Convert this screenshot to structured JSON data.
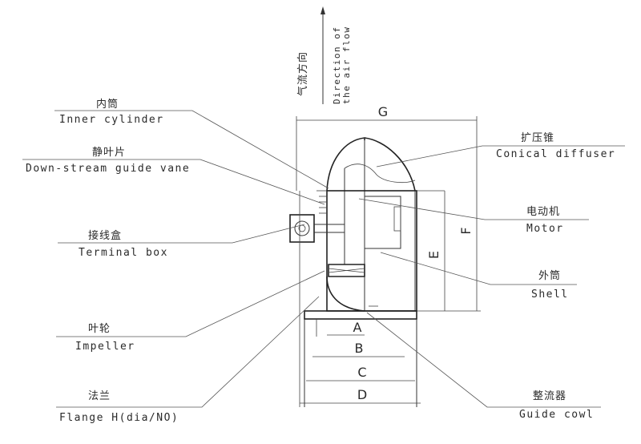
{
  "airflow": {
    "cn": "气流方向",
    "en_line1": "Direction of",
    "en_line2": "the air flow"
  },
  "labels_left": [
    {
      "cn": "内筒",
      "en": "Inner cylinder"
    },
    {
      "cn": "静叶片",
      "en": "Down-stream guide vane"
    },
    {
      "cn": "接线盒",
      "en": "Terminal box"
    },
    {
      "cn": "叶轮",
      "en": "Impeller"
    },
    {
      "cn": "法兰",
      "en": "Flange H(dia/NO)"
    }
  ],
  "labels_right": [
    {
      "cn": "扩压锥",
      "en": "Conical diffuser"
    },
    {
      "cn": "电动机",
      "en": "Motor"
    },
    {
      "cn": "外筒",
      "en": "Shell"
    },
    {
      "cn": "整流器",
      "en": "Guide cowl"
    }
  ],
  "dimensions": {
    "G": "G",
    "A": "A",
    "B": "B",
    "C": "C",
    "D": "D",
    "E": "E",
    "F": "F"
  }
}
